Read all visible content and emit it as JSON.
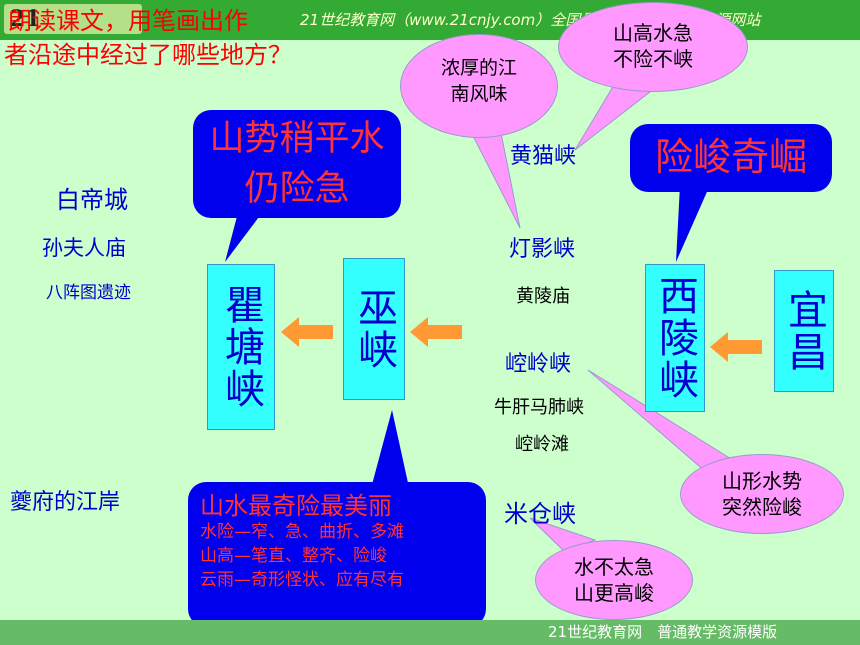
{
  "header": {
    "banner_text": "21世纪教育网（www.21cnjy.com）全国最大的中小学教育资源网站",
    "logo_text": "21"
  },
  "title": {
    "line1": "朗读课文，用笔画出作",
    "line2": "者沿途中经过了哪些地方？"
  },
  "places": {
    "baidicheng": "白帝城",
    "sunfuren": "孙夫人庙",
    "bazhentu": "八阵图遗迹",
    "kuifu": "夔府的江岸",
    "huangmao": "黄猫峡",
    "dengying": "灯影峡",
    "huangling": "黄陵庙",
    "kongling": "崆岭峡",
    "niugan": "牛肝马肺峡",
    "konglingtan": "崆岭滩",
    "micang": "米仓峡"
  },
  "boxes": {
    "qutang": "瞿塘峡",
    "wuxia": "巫峡",
    "xiling": "西陵峡",
    "yichang": "宜昌"
  },
  "callouts": {
    "shanshi": "山势稍平水仍险急",
    "xianjun": "险峻奇崛",
    "wuxia_title": "山水最奇险最美丽",
    "wuxia_line1": "水险—窄、急、曲折、多滩",
    "wuxia_line2": "山高—笔直、整齐、险峻",
    "wuxia_line3": "云雨—奇形怪状、应有尽有",
    "nonghou": "浓厚的江南风味",
    "shangao": "山高水急不险不峡",
    "shanxing": "山形水势突然险峻",
    "shuibutai": "水不太急山更高峻"
  },
  "footer": {
    "text": "21世纪教育网　普通教学资源模版"
  },
  "colors": {
    "background": "#ccffcc",
    "accent_red": "#ff0000",
    "place_blue": "#0000cc",
    "box_cyan": "#33ffff",
    "bubble_blue": "#0000ee",
    "bubble_pink": "#ff99ff",
    "arrow_orange": "#ff9933"
  }
}
